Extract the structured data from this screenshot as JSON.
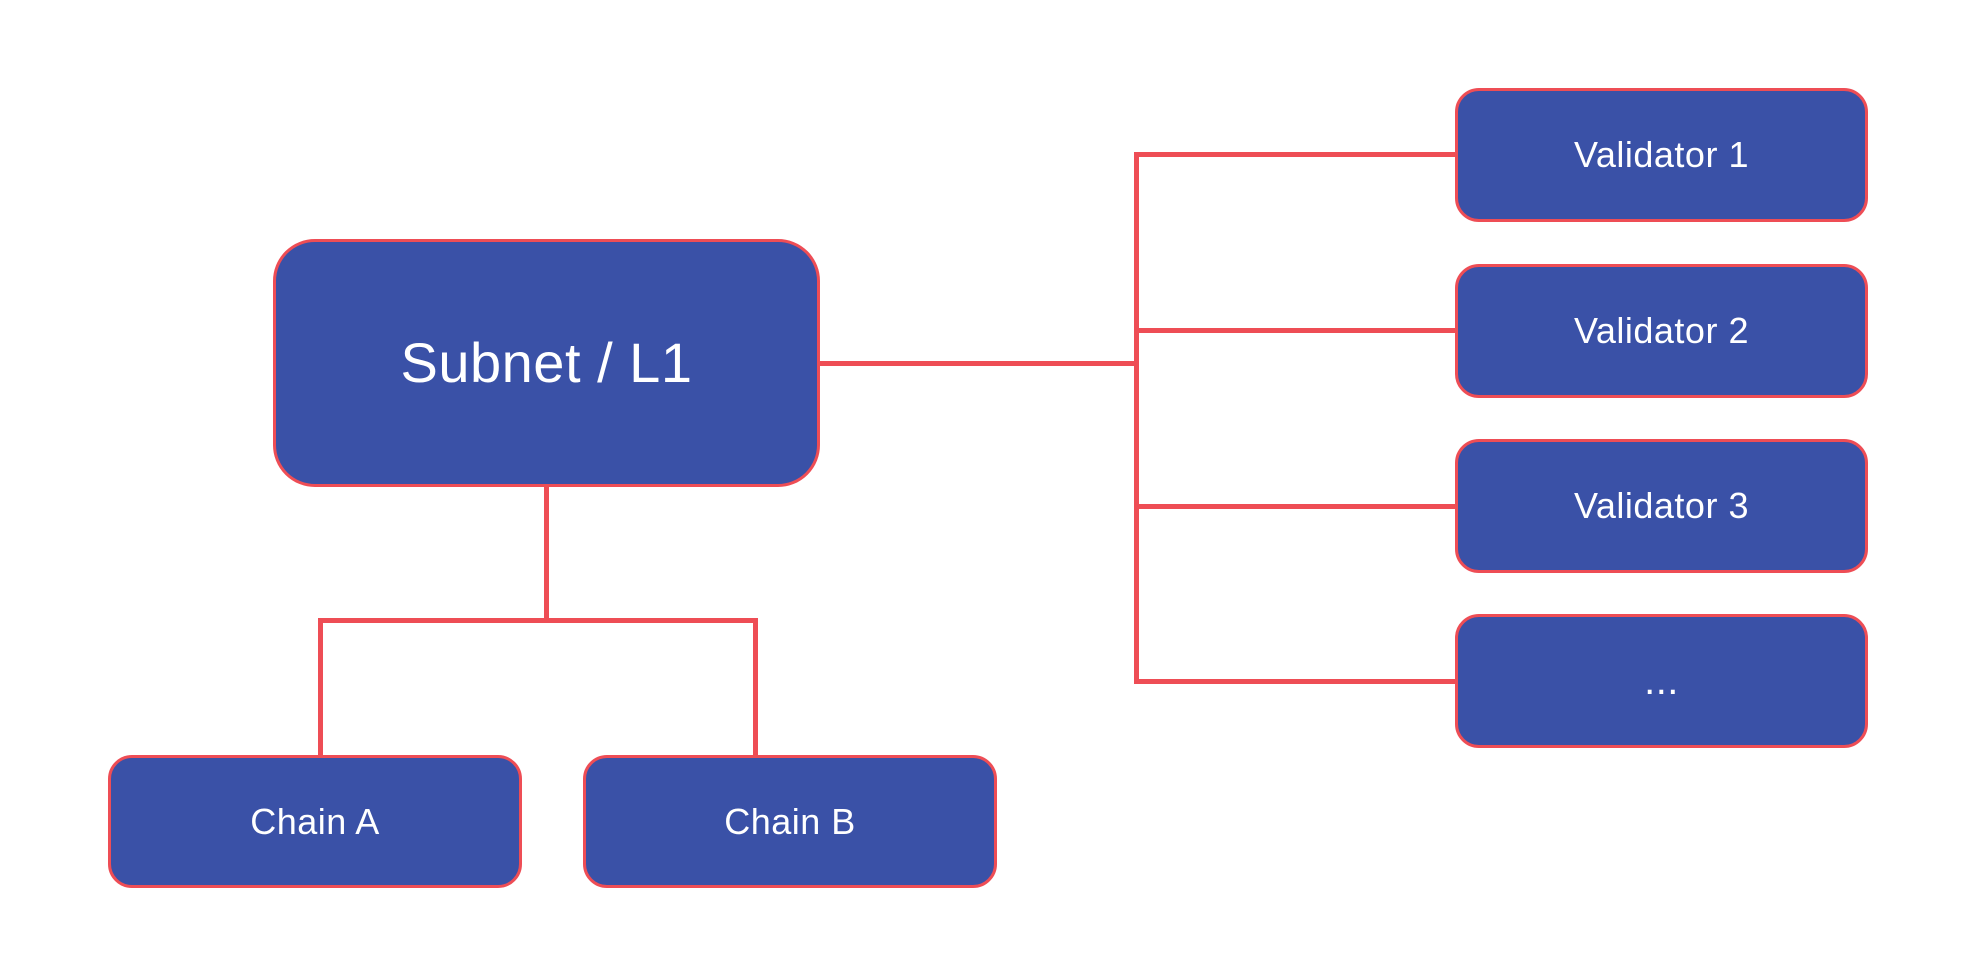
{
  "diagram": {
    "nodes": {
      "subnet": {
        "label": "Subnet / L1"
      },
      "chain_a": {
        "label": "Chain A"
      },
      "chain_b": {
        "label": "Chain B"
      },
      "validator_1": {
        "label": "Validator 1"
      },
      "validator_2": {
        "label": "Validator 2"
      },
      "validator_3": {
        "label": "Validator 3"
      },
      "validators_more": {
        "label": "..."
      }
    },
    "colors": {
      "node_fill": "#3A51A7",
      "node_border": "#EE4D55",
      "connector": "#EE4D55",
      "text": "#FFFFFF",
      "background": "#FFFFFF"
    }
  }
}
